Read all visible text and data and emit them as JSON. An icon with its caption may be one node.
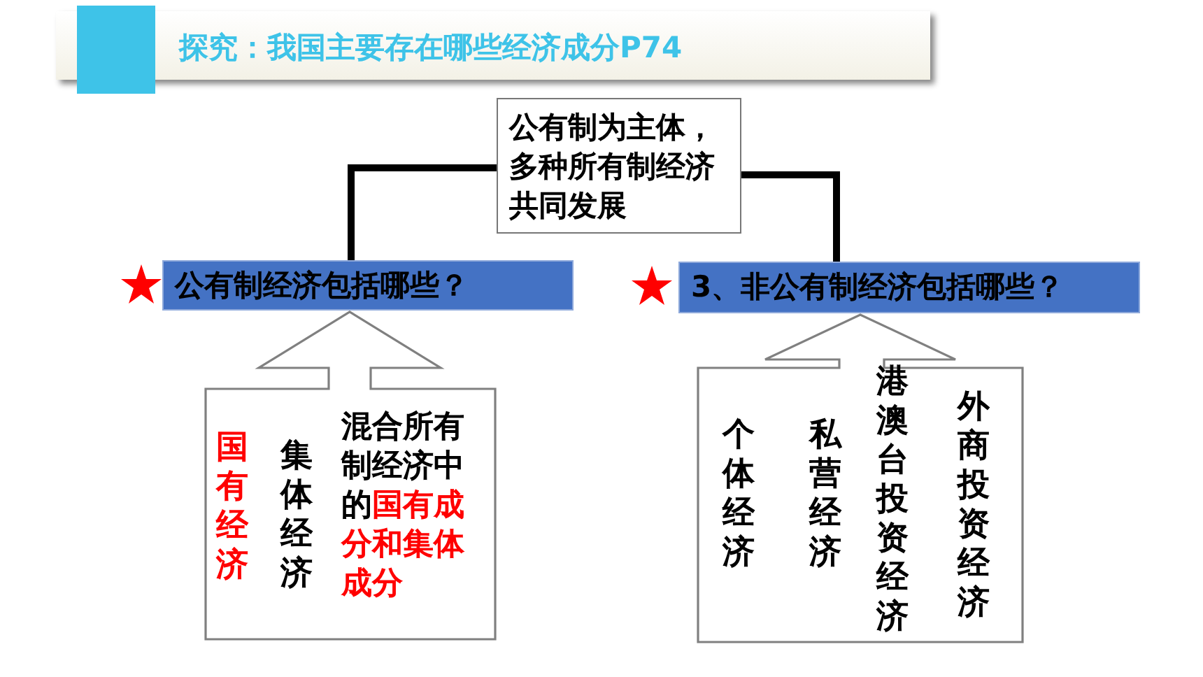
{
  "diagram": {
    "title": "探究：我国主要存在哪些经济成分P74",
    "nodes": [
      {
        "text": [
          "公有制为主体，多种所有制经济共同发展"
        ]
      },
      {
        "text": [
          "公有制经济包括哪些？"
        ]
      },
      {
        "text": [
          "3、非公有制经济包括哪些？"
        ]
      },
      {
        "text": [
          "国有经济",
          "集体经济",
          "混合所有制经济中的**国有成分和集体成分**"
        ]
      },
      {
        "text": [
          "个体经济",
          "私营经济",
          "港澳台投资经济",
          "外商投资经济"
        ]
      }
    ],
    "edges": [
      {
        "from": 0,
        "to": 1,
        "arrow": "none"
      },
      {
        "from": 0,
        "to": 2,
        "arrow": "none"
      }
    ]
  }
}
